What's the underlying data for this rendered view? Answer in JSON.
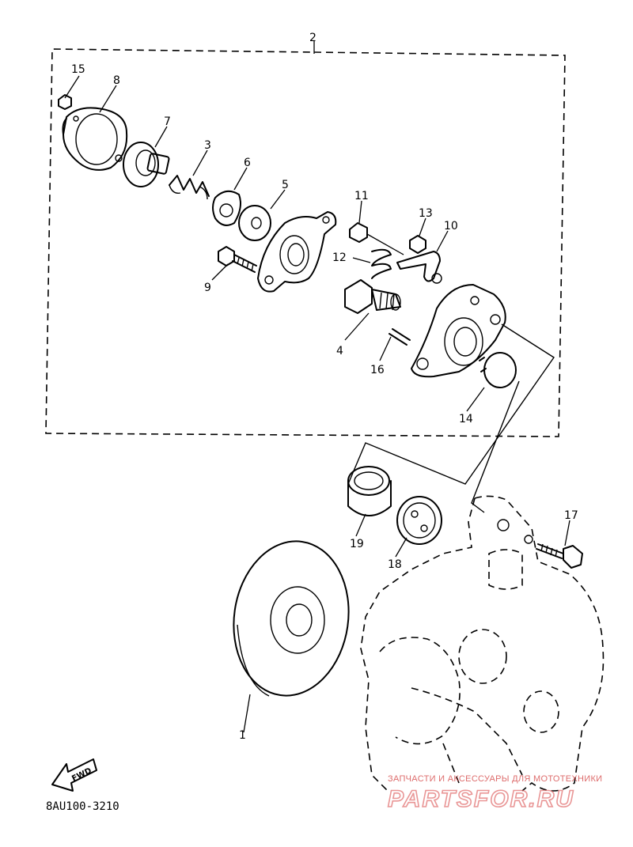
{
  "callouts": {
    "c1": "1",
    "c2": "2",
    "c3": "3",
    "c4": "4",
    "c5": "5",
    "c6": "6",
    "c7": "7",
    "c8": "8",
    "c9": "9",
    "c10": "10",
    "c11": "11",
    "c12": "12",
    "c13": "13",
    "c14": "14",
    "c15": "15",
    "c16": "16",
    "c17": "17",
    "c18": "18",
    "c19": "19"
  },
  "fwd_label": "FWD",
  "drawing_code": "8AU100-3210",
  "watermark": {
    "tagline": "ЗАПЧАСТИ И АКСЕССУАРЫ ДЛЯ МОТОТЕХНИКИ",
    "brand": "PARTSFOR.RU"
  }
}
